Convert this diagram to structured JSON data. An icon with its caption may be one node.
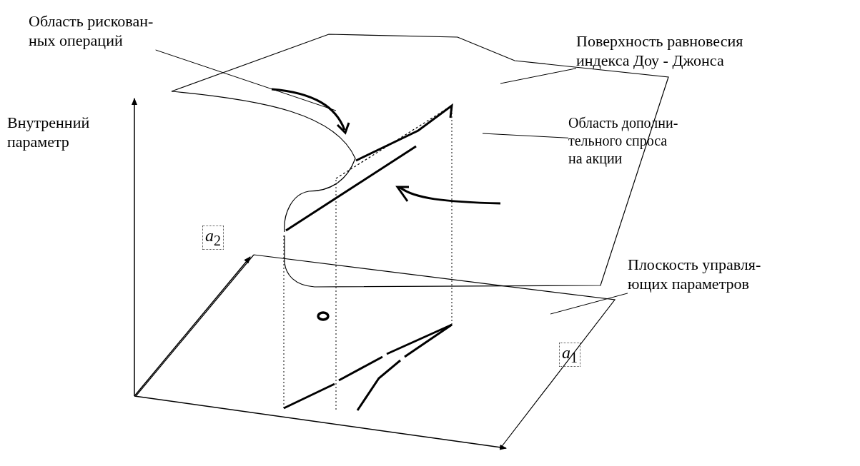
{
  "diagram": {
    "nodes": [
      {
        "text": [
          "Область рискован- ных операций"
        ]
      },
      {
        "text": [],
        "shape": "picture"
      },
      {
        "text": [
          "Поверхность равновесия индекса Доу - Джонса"
        ]
      },
      {
        "text": [
          "Область дополни- тельного спроса на акции"
        ]
      },
      {
        "text": [],
        "shape": "picture"
      },
      {
        "text": [
          "Плоскость управля- ющих параметров"
        ]
      }
    ],
    "edges": [
      {
        "from": 0,
        "to": 1,
        "arrow": "none"
      },
      {
        "from": 2,
        "to": 1,
        "arrow": "none"
      },
      {
        "from": 3,
        "to": 1,
        "arrow": "none"
      },
      {
        "from": 5,
        "to": 4,
        "arrow": "none"
      }
    ],
    "labels": [
      "Внутренний параметр",
      "*a*$_{2}$",
      "*a*$_{1}$"
    ]
  }
}
